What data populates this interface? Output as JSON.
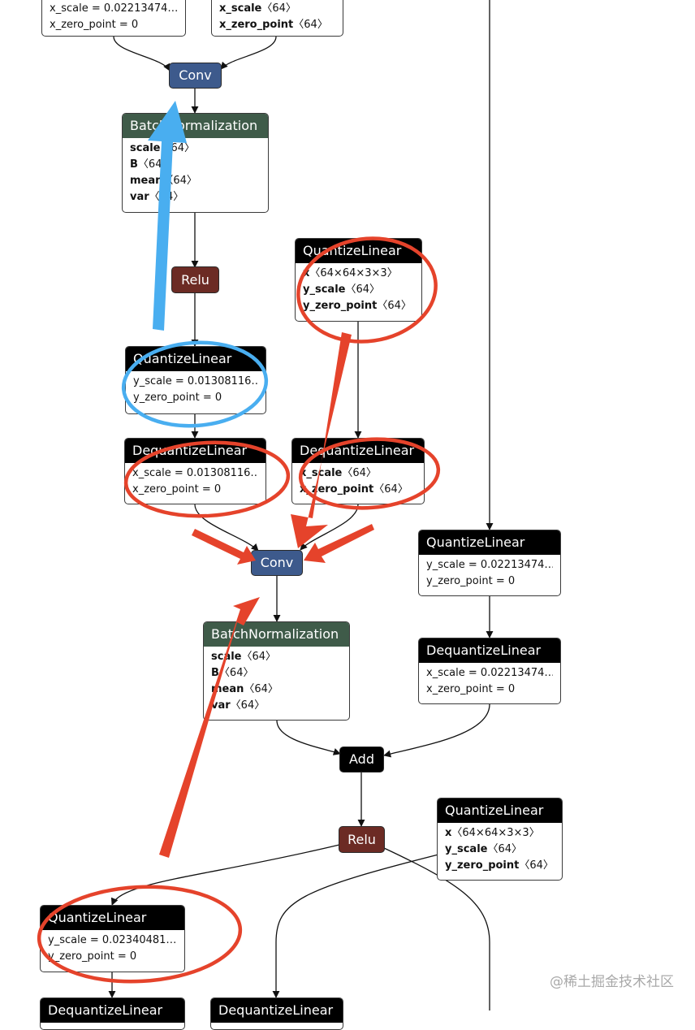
{
  "nodes": {
    "dq_top_left": {
      "rows": [
        "x_scale = 0.02213474…",
        "x_zero_point = 0"
      ]
    },
    "dq_top_mid": {
      "rows": [
        {
          "k": "x_scale",
          "v": "〈64〉"
        },
        {
          "k": "x_zero_point",
          "v": "〈64〉"
        }
      ]
    },
    "conv1": {
      "label": "Conv"
    },
    "bn1": {
      "title": "BatchNormalization",
      "rows": [
        {
          "k": "scale",
          "v": "〈64〉"
        },
        {
          "k": "B",
          "v": "〈64〉"
        },
        {
          "k": "mean",
          "v": "〈64〉"
        },
        {
          "k": "var",
          "v": "〈64〉"
        }
      ]
    },
    "relu1": {
      "label": "Relu"
    },
    "ql_w": {
      "title": "QuantizeLinear",
      "rows": [
        {
          "k": "x",
          "v": "〈64×64×3×3〉"
        },
        {
          "k": "y_scale",
          "v": "〈64〉"
        },
        {
          "k": "y_zero_point",
          "v": "〈64〉"
        }
      ]
    },
    "ql_a": {
      "title": "QuantizeLinear",
      "rows": [
        "y_scale = 0.01308116…",
        "y_zero_point = 0"
      ]
    },
    "dq_a": {
      "title": "DequantizeLinear",
      "rows": [
        "x_scale = 0.01308116…",
        "x_zero_point = 0"
      ]
    },
    "dq_w": {
      "title": "DequantizeLinear",
      "rows": [
        {
          "k": "x_scale",
          "v": "〈64〉"
        },
        {
          "k": "x_zero_point",
          "v": "〈64〉"
        }
      ]
    },
    "conv2": {
      "label": "Conv"
    },
    "ql_r": {
      "title": "QuantizeLinear",
      "rows": [
        "y_scale = 0.02213474…",
        "y_zero_point = 0"
      ]
    },
    "dq_r": {
      "title": "DequantizeLinear",
      "rows": [
        "x_scale = 0.02213474…",
        "x_zero_point = 0"
      ]
    },
    "bn2": {
      "title": "BatchNormalization",
      "rows": [
        {
          "k": "scale",
          "v": "〈64〉"
        },
        {
          "k": "B",
          "v": "〈64〉"
        },
        {
          "k": "mean",
          "v": "〈64〉"
        },
        {
          "k": "var",
          "v": "〈64〉"
        }
      ]
    },
    "add": {
      "label": "Add"
    },
    "relu2": {
      "label": "Relu"
    },
    "ql_w2": {
      "title": "QuantizeLinear",
      "rows": [
        {
          "k": "x",
          "v": "〈64×64×3×3〉"
        },
        {
          "k": "y_scale",
          "v": "〈64〉"
        },
        {
          "k": "y_zero_point",
          "v": "〈64〉"
        }
      ]
    },
    "ql_b": {
      "title": "QuantizeLinear",
      "rows": [
        "y_scale = 0.02340481…",
        "y_zero_point = 0"
      ]
    },
    "dq_b1": {
      "title": "DequantizeLinear"
    },
    "dq_b2": {
      "title": "DequantizeLinear"
    }
  },
  "watermark": "@稀土掘金技术社区",
  "colors": {
    "edge": "#111111",
    "red_annotation": "#e5432b",
    "blue_annotation": "#49aef0",
    "conv": "#3d5a8c",
    "relu": "#6c2b24",
    "batchnorm": "#3f5b49",
    "quantize": "#000000"
  }
}
